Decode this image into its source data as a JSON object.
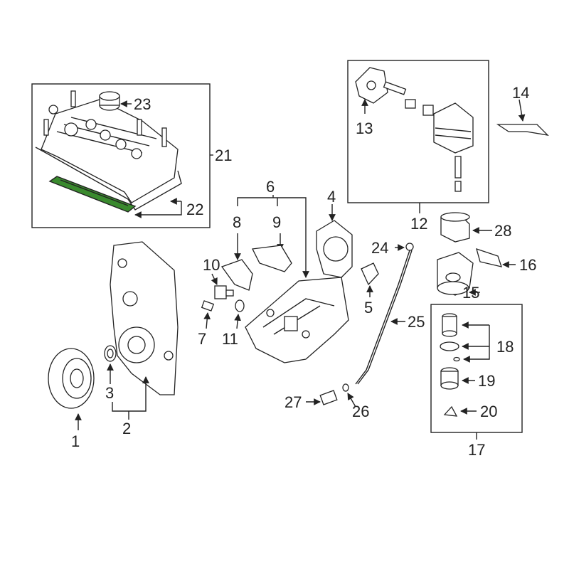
{
  "diagram": {
    "labels": {
      "p1": "1",
      "p2": "2",
      "p3": "3",
      "p4": "4",
      "p5": "5",
      "p6": "6",
      "p7": "7",
      "p8": "8",
      "p9": "9",
      "p10": "10",
      "p11": "11",
      "p12": "12",
      "p13": "13",
      "p14": "14",
      "p15": "15",
      "p16": "16",
      "p17": "17",
      "p18": "18",
      "p19": "19",
      "p20": "20",
      "p21": "21",
      "p22": "22",
      "p23": "23",
      "p24": "24",
      "p25": "25",
      "p26": "26",
      "p27": "27",
      "p28": "28"
    },
    "highlight_color": "#3a8a2e"
  }
}
